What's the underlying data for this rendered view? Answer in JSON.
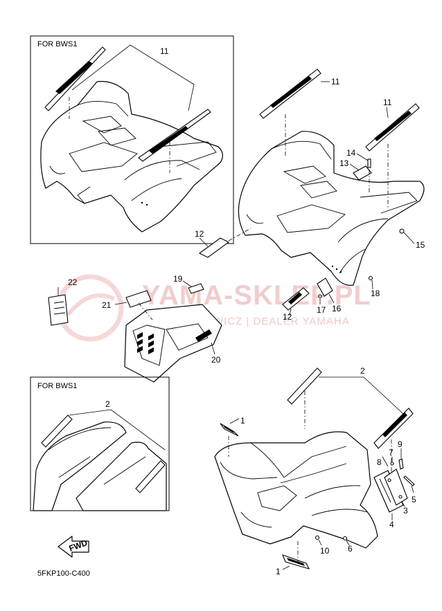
{
  "watermark": {
    "brand": "YAMA-SKLEP.PL",
    "subtitle": "WICZ | DEALER YAMAHA"
  },
  "boxes": {
    "top_label": "FOR BWS1",
    "bottom_label": "FOR BWS1"
  },
  "fwd_label": "FWD",
  "diagram_code": "5FKP100-C400",
  "callouts": {
    "top_box_11": "11",
    "upper_11a": "11",
    "upper_11b": "11",
    "c14": "14",
    "c13": "13",
    "c12a": "12",
    "c15": "15",
    "c22": "22",
    "c19": "19",
    "c21": "21",
    "c18": "18",
    "c17": "17",
    "c16": "16",
    "c12b": "12",
    "c20": "20",
    "bottom_box_2": "2",
    "lower_2": "2",
    "c1a": "1",
    "c9": "9",
    "c7": "7",
    "c8": "8",
    "c5": "5",
    "c3": "3",
    "c4": "4",
    "c6": "6",
    "c10": "10",
    "c1b": "1"
  }
}
